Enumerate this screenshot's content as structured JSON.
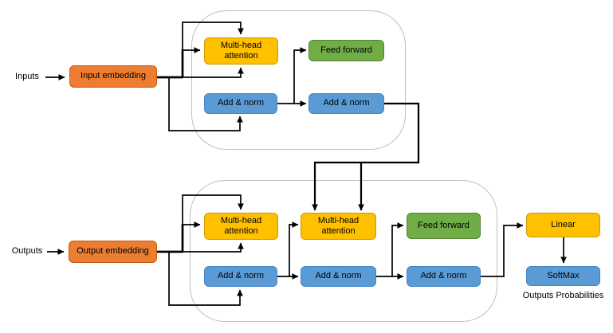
{
  "colors": {
    "orange_fill": "#ED7D31",
    "orange_border": "#C55A11",
    "yellow_fill": "#FFC000",
    "yellow_border": "#CC9A00",
    "blue_fill": "#5B9BD5",
    "blue_border": "#4384C4",
    "green_fill": "#70AD47",
    "green_border": "#548235",
    "container_border": "#BFBFBF",
    "line": "#000000"
  },
  "labels": {
    "inputs": "Inputs",
    "outputs": "Outputs",
    "outputs_probabilities": "Outputs Probabilities"
  },
  "nodes": {
    "input_embedding": {
      "label": "Input embedding",
      "color": "orange"
    },
    "enc_multi_head_attention": {
      "label": "Multi-head attention",
      "color": "yellow"
    },
    "enc_feed_forward": {
      "label": "Feed forward",
      "color": "green"
    },
    "enc_add_norm_1": {
      "label": "Add & norm",
      "color": "blue"
    },
    "enc_add_norm_2": {
      "label": "Add & norm",
      "color": "blue"
    },
    "output_embedding": {
      "label": "Output embedding",
      "color": "orange"
    },
    "dec_multi_head_attention_1": {
      "label": "Multi-head attention",
      "color": "yellow"
    },
    "dec_multi_head_attention_2": {
      "label": "Multi-head attention",
      "color": "yellow"
    },
    "dec_feed_forward": {
      "label": "Feed forward",
      "color": "green"
    },
    "dec_add_norm_1": {
      "label": "Add & norm",
      "color": "blue"
    },
    "dec_add_norm_2": {
      "label": "Add & norm",
      "color": "blue"
    },
    "dec_add_norm_3": {
      "label": "Add & norm",
      "color": "blue"
    },
    "linear": {
      "label": "Linear",
      "color": "yellow"
    },
    "softmax": {
      "label": "SoftMax",
      "color": "blue"
    }
  }
}
